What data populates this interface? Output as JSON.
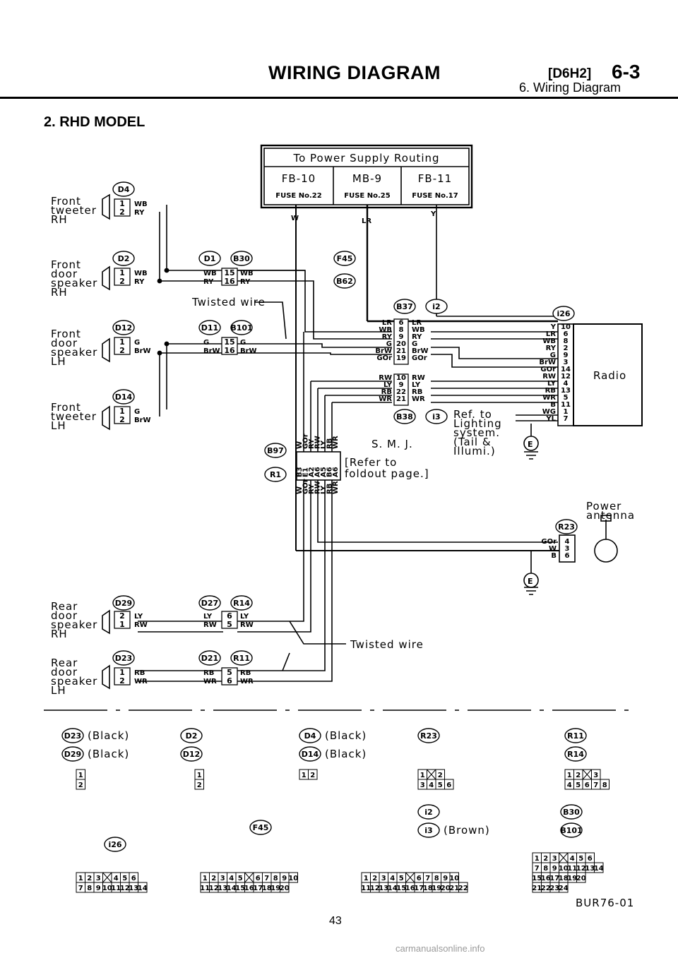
{
  "header": {
    "title": "WIRING DIAGRAM",
    "code": "[D6H2]",
    "section": "6-3",
    "subtitle": "6. Wiring Diagram"
  },
  "section_title": "2. RHD MODEL",
  "power_box": {
    "title": "To Power Supply Routing",
    "cols": [
      {
        "name": "FB-10",
        "fuse": "FUSE No.22"
      },
      {
        "name": "MB-9",
        "fuse": "FUSE No.25"
      },
      {
        "name": "FB-11",
        "fuse": "FUSE No.17"
      }
    ]
  },
  "components": {
    "front_tweeter_rh": [
      "Front",
      "tweeter",
      "RH"
    ],
    "front_door_speaker_rh": [
      "Front",
      "door",
      "speaker",
      "RH"
    ],
    "front_door_speaker_lh": [
      "Front",
      "door",
      "speaker",
      "LH"
    ],
    "front_tweeter_lh": [
      "Front",
      "tweeter",
      "LH"
    ],
    "rear_door_speaker_rh": [
      "Rear",
      "door",
      "speaker",
      "RH"
    ],
    "rear_door_speaker_lh": [
      "Rear",
      "door",
      "speaker",
      "LH"
    ],
    "radio": "Radio",
    "power_antenna": [
      "Power",
      "antenna"
    ],
    "smj": [
      "S. M. J.",
      "[Refer to",
      "foldout page.]"
    ],
    "lighting_ref": [
      "Ref. to",
      "Lighting",
      "system.",
      "(Tail &",
      "Illumi.)"
    ]
  },
  "twisted_wire": "Twisted wire",
  "connectors": [
    "D4",
    "D2",
    "D1",
    "B30",
    "F45",
    "B62",
    "D12",
    "D11",
    "B101",
    "D14",
    "B37",
    "i2",
    "i26",
    "B38",
    "i3",
    "B97",
    "R1",
    "R23",
    "D29",
    "D27",
    "R14",
    "D23",
    "D21",
    "R11"
  ],
  "wire_colors": {
    "top_W": "W",
    "top_LR": "LR",
    "top_Y": "Y",
    "front_rh": [
      "WB",
      "RY"
    ],
    "front_lh": [
      "G",
      "BrW"
    ],
    "rear_rh": [
      "LY",
      "RW"
    ],
    "rear_lh": [
      "RB",
      "WR"
    ],
    "b37_colors": [
      "LR",
      "WB",
      "RY",
      "G",
      "BrW",
      "GOr"
    ],
    "b37_pins": [
      "6",
      "8",
      "9",
      "20",
      "21",
      "19"
    ],
    "b38_colors": [
      "RW",
      "LY",
      "RB",
      "WR"
    ],
    "b38_pins": [
      "10",
      "9",
      "22",
      "21"
    ],
    "i26_colors": [
      "Y",
      "LR",
      "WB",
      "RY",
      "G",
      "BrW",
      "GOr",
      "RW",
      "LY",
      "RB",
      "WR",
      "B",
      "WG",
      "YL"
    ],
    "i26_pins": [
      "10",
      "6",
      "8",
      "2",
      "9",
      "3",
      "14",
      "12",
      "4",
      "13",
      "5",
      "11",
      "1",
      "7"
    ],
    "smj_colors": [
      "W",
      "GOr",
      "RY",
      "RW",
      "LY",
      "RB",
      "WR"
    ],
    "smj_pins": [
      "B3",
      "E1",
      "A2",
      "A6",
      "A5",
      "B6",
      "A6"
    ],
    "r23_colors": [
      "GOr",
      "W",
      "B"
    ],
    "r23_pins": [
      "4",
      "3",
      "6"
    ]
  },
  "ground": "E",
  "legend": {
    "row1": [
      {
        "items": [
          "D23 (Black)",
          "D29 (Black)"
        ],
        "grid": [
          [
            "1"
          ],
          [
            "2"
          ]
        ]
      },
      {
        "items": [
          "D2",
          "D12"
        ],
        "grid": [
          [
            "1"
          ],
          [
            "2"
          ]
        ]
      },
      {
        "items": [
          "D4 (Black)",
          "D14 (Black)"
        ],
        "grid": [
          [
            "1",
            "2"
          ]
        ]
      },
      {
        "items": [
          "R23"
        ],
        "grid": [
          [
            "1",
            "",
            "2"
          ],
          [
            "3",
            "4",
            "5",
            "6"
          ]
        ]
      },
      {
        "items": [
          "R11",
          "R14"
        ],
        "grid": [
          [
            "1",
            "2",
            "",
            "3"
          ],
          [
            "4",
            "5",
            "6",
            "7",
            "8"
          ]
        ]
      }
    ],
    "row2": [
      {
        "items": [
          "i26"
        ],
        "grid": [
          [
            "1",
            "2",
            "3",
            "",
            "4",
            "5",
            "6"
          ],
          [
            "7",
            "8",
            "9",
            "10",
            "11",
            "12",
            "13",
            "14"
          ]
        ]
      },
      {
        "items": [
          "F45"
        ],
        "grid": [
          [
            "1",
            "2",
            "3",
            "4",
            "5",
            "",
            "6",
            "7",
            "8",
            "9",
            "10"
          ],
          [
            "11",
            "12",
            "13",
            "14",
            "15",
            "16",
            "17",
            "18",
            "19",
            "20"
          ]
        ]
      },
      {
        "items": [
          "i2",
          "i3 (Brown)"
        ],
        "grid": [
          [
            "1",
            "2",
            "3",
            "4",
            "5",
            "",
            "6",
            "7",
            "8",
            "9",
            "10"
          ],
          [
            "11",
            "12",
            "13",
            "14",
            "15",
            "16",
            "17",
            "18",
            "19",
            "20",
            "21",
            "22"
          ]
        ]
      },
      {
        "items": [
          "B30",
          "B101"
        ],
        "grid": [
          [
            "1",
            "2",
            "3",
            "",
            "4",
            "5",
            "6"
          ],
          [
            "7",
            "8",
            "9",
            "10",
            "11",
            "12",
            "13",
            "14"
          ],
          [
            "15",
            "16",
            "17",
            "18",
            "19",
            "20"
          ],
          [
            "21",
            "22",
            "23",
            "24"
          ]
        ]
      }
    ]
  },
  "figure_code": "BUR76-01",
  "page_number": "43",
  "watermark": "carmanualsonline.info"
}
